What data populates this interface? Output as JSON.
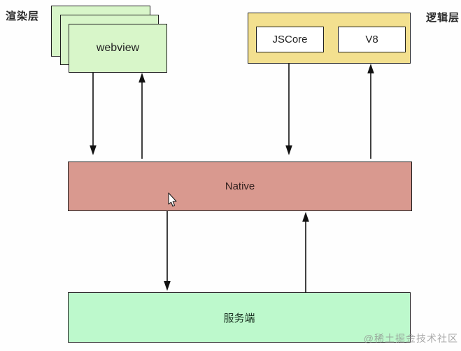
{
  "diagram": {
    "layer_labels": {
      "render_layer": "渲染层",
      "logic_layer": "逻辑层"
    },
    "nodes": {
      "webview": {
        "label": "webview"
      },
      "jscore": {
        "label": "JSCore"
      },
      "v8": {
        "label": "V8"
      },
      "native": {
        "label": "Native"
      },
      "server": {
        "label": "服务端"
      }
    },
    "edges": [
      {
        "from": "webview",
        "to": "native",
        "direction": "down"
      },
      {
        "from": "native",
        "to": "webview",
        "direction": "up"
      },
      {
        "from": "logic-container",
        "to": "native",
        "direction": "down"
      },
      {
        "from": "native",
        "to": "logic-container",
        "direction": "up"
      },
      {
        "from": "native",
        "to": "server",
        "direction": "down"
      },
      {
        "from": "server",
        "to": "native",
        "direction": "up"
      }
    ],
    "colors": {
      "webview_fill": "#d8f6c9",
      "logic_container_fill": "#f3e08f",
      "engine_fill": "#ffffff",
      "native_fill": "#d9998f",
      "server_fill": "#bdf9cc",
      "border": "#1f1f1f",
      "arrow": "#111111"
    }
  },
  "watermark": {
    "text": "@稀土掘金技术社区"
  }
}
